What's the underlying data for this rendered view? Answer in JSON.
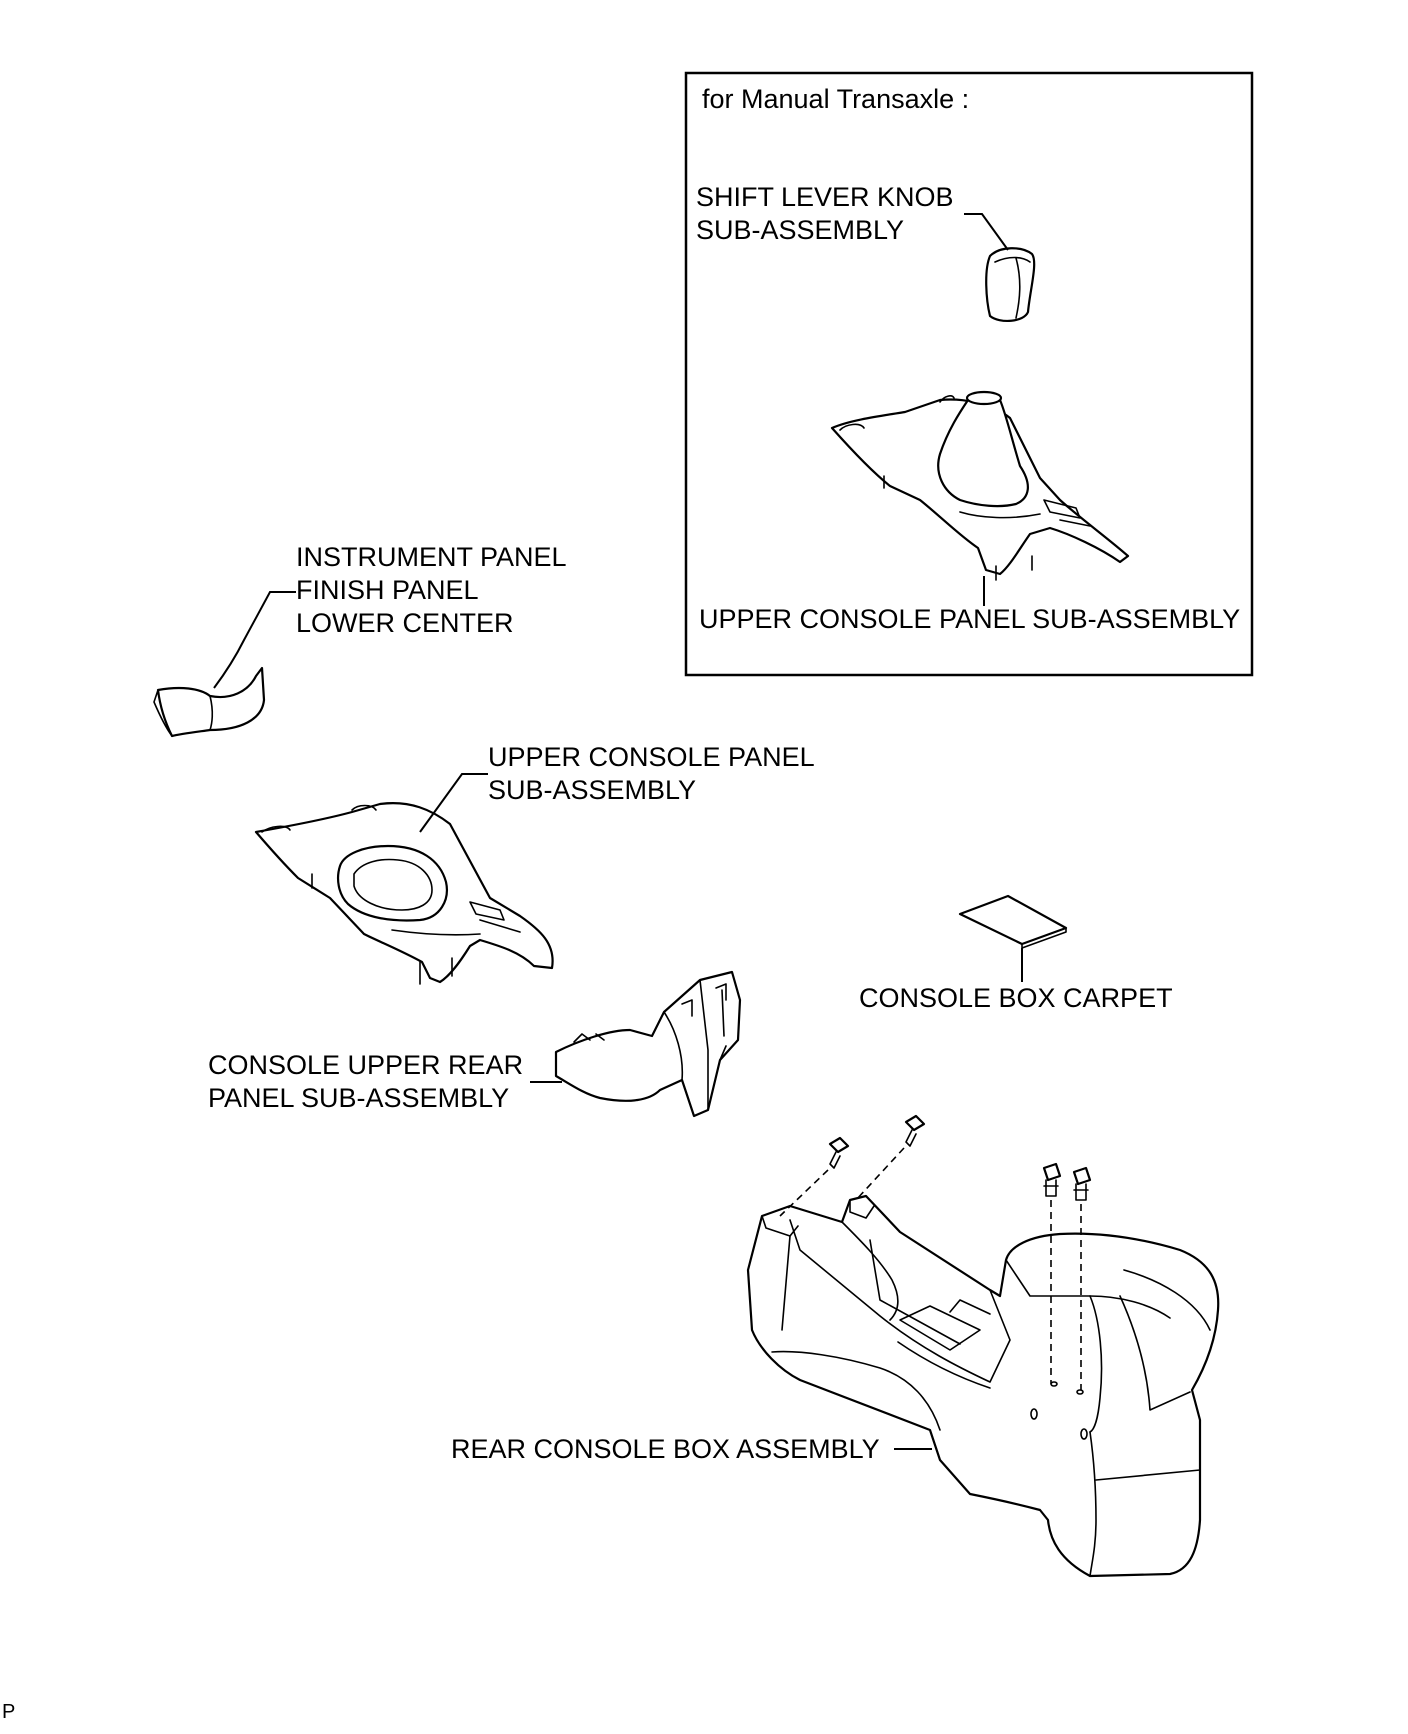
{
  "inset": {
    "title": "for Manual  Transaxle :",
    "shift_knob_label_line1": "SHIFT LEVER KNOB",
    "shift_knob_label_line2": "SUB-ASSEMBLY",
    "upper_console_label": "UPPER CONSOLE PANEL SUB-ASSEMBLY"
  },
  "labels": {
    "instrument_panel": [
      "INSTRUMENT PANEL",
      "FINISH PANEL",
      "LOWER CENTER"
    ],
    "upper_console": [
      "UPPER CONSOLE PANEL",
      "SUB-ASSEMBLY"
    ],
    "console_upper_rear": [
      "CONSOLE UPPER REAR",
      "PANEL SUB-ASSEMBLY"
    ],
    "console_box_carpet": "CONSOLE BOX CARPET",
    "rear_console_box": "REAR CONSOLE BOX ASSEMBLY"
  },
  "corner_code": "P"
}
